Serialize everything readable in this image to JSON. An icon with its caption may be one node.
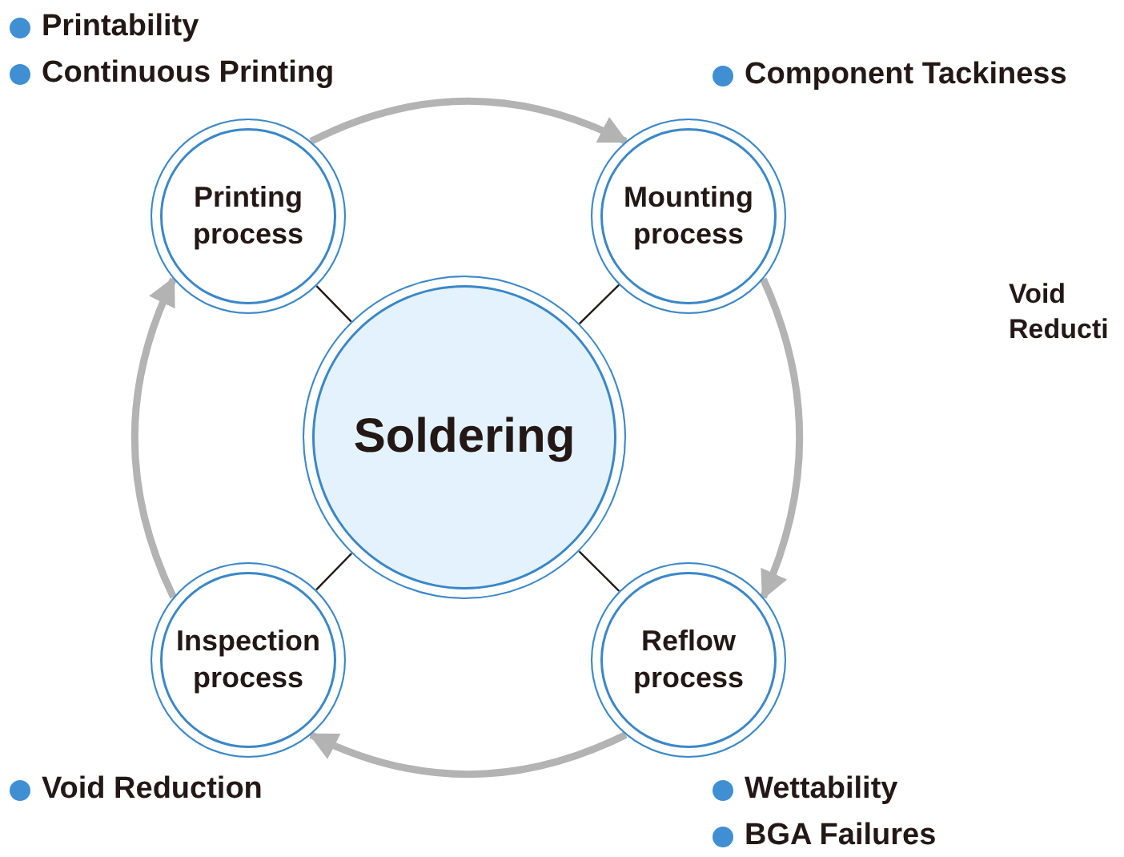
{
  "diagram": {
    "nodes": [
      {
        "text": [
          "Printing process"
        ],
        "beside": [
          "Printability",
          "Continuous Printing"
        ]
      },
      {
        "text": [
          "Mounting process"
        ],
        "beside": [
          "Component Tackiness"
        ]
      },
      {
        "text": [
          "Soldering"
        ]
      },
      {
        "text": [
          "Inspection process"
        ],
        "beside": [
          "Void Reduction"
        ]
      },
      {
        "text": [
          "Reflow process"
        ],
        "beside": [
          "Wettability",
          "BGA Failures"
        ]
      }
    ],
    "edges": [
      {
        "from": 0,
        "to": 1,
        "arrow": "to",
        "style": "thick",
        "color": "#b3b3b3"
      },
      {
        "from": 1,
        "to": 4,
        "arrow": "to",
        "style": "thick",
        "color": "#b3b3b3"
      },
      {
        "from": 4,
        "to": 3,
        "arrow": "to",
        "style": "thick",
        "color": "#b3b3b3"
      },
      {
        "from": 3,
        "to": 0,
        "arrow": "to",
        "style": "thick",
        "color": "#b3b3b3"
      },
      {
        "from": 2,
        "to": 0,
        "arrow": "none",
        "color": "#231815"
      },
      {
        "from": 2,
        "to": 1,
        "arrow": "none",
        "color": "#231815"
      },
      {
        "from": 2,
        "to": 3,
        "arrow": "none",
        "color": "#231815"
      },
      {
        "from": 2,
        "to": 4,
        "arrow": "none",
        "color": "#231815"
      }
    ],
    "labels": [
      "Void Reducti"
    ]
  }
}
